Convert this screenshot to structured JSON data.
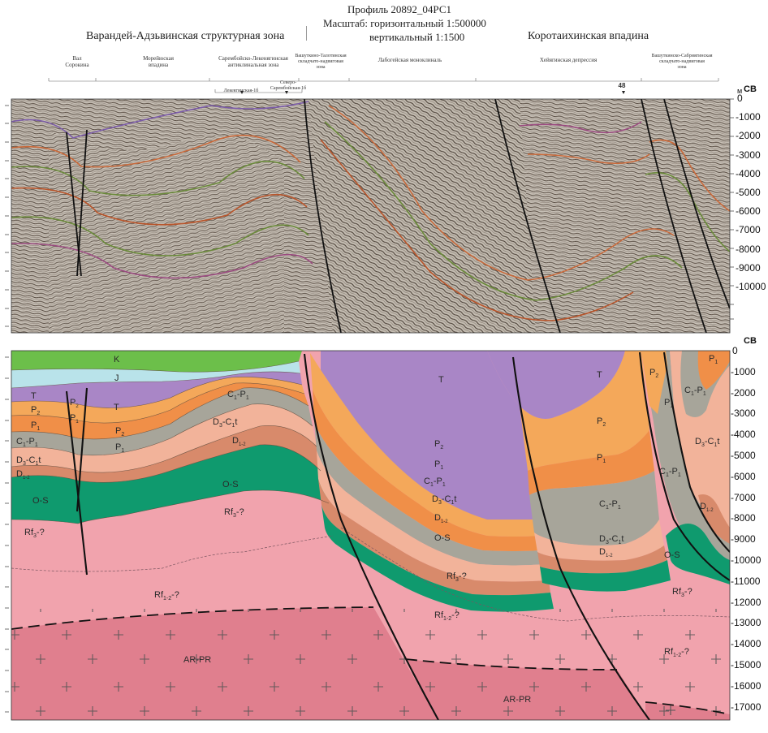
{
  "header": {
    "profile": "Профиль 20892_04РС1",
    "scale_h": "Масштаб: горизонтальный 1:500000",
    "scale_v": "вертикальный 1:1500",
    "zone_left": "Варандей-Адзьвинская структурная зона",
    "zone_right": "Коротаихинская впадина"
  },
  "zones": {
    "z1a": "Вал",
    "z1b": "Сорокина",
    "z2a": "Морейюская",
    "z2b": "впадина",
    "z3a": "Сарембойско-Лекенягинская",
    "z3b": "антиклинальная зона",
    "z4a": "Вашуткино-Талотинская",
    "z4b": "складчато-надвиговая",
    "z4c": "зона",
    "z5": "Лабогейская моноклиналь",
    "z6": "Хейягинская депрессия",
    "z7a": "Вашуткинско-Сабриягинская",
    "z7b": "складчато-надвиговая",
    "z7c": "зона"
  },
  "wells": {
    "w1": "Лекеягинская-1б",
    "w2a": "Северо-",
    "w2b": "Сарембойская-1б",
    "w3": "48"
  },
  "seismic": {
    "label_top": "СВ",
    "unit": "м",
    "depth_ticks": [
      "0",
      "-1000",
      "-2000",
      "-3000",
      "-4000",
      "-5000",
      "-6000",
      "-7000",
      "-8000",
      "-9000",
      "-10000"
    ]
  },
  "geo": {
    "label_top": "СВ",
    "depth_ticks": [
      "0",
      "-1000",
      "-2000",
      "-3000",
      "-4000",
      "-5000",
      "-6000",
      "-7000",
      "-8000",
      "-9000",
      "-10000",
      "-11000",
      "-12000",
      "-13000",
      "-14000",
      "-15000",
      "-16000",
      "-17000"
    ],
    "layers": {
      "K": "K",
      "J": "J",
      "T": "T",
      "P2": "P",
      "P2sub": "2",
      "P1": "P",
      "P1sub": "1",
      "CP_a": "C",
      "CP_b": "-P",
      "CP_sub1": "1",
      "CP_sub2": "1",
      "DC_a": "D",
      "DC_b": "-C",
      "DC_t": "t",
      "DC_sub1": "3",
      "DC_sub2": "1",
      "D12": "D",
      "D12sub": "1-2",
      "OS": "O-S",
      "Rf3": "Rf",
      "Rf3sub": "3",
      "Rf3q": "-?",
      "Rf12": "Rf",
      "Rf12sub": "1-2",
      "Rf12q": "-?",
      "ARPR": "AR-PR"
    },
    "colors": {
      "K": "#6cbf4a",
      "J": "#b9e3ea",
      "T": "#a986c6",
      "P2": "#f4a85a",
      "P1": "#f08f48",
      "CP": "#a7a59a",
      "DC": "#f2b39a",
      "D12": "#d88a6b",
      "OS": "#0f9a6e",
      "Rf3": "#f1a3ad",
      "Rf12": "#efa2ac",
      "ARPR": "#e07f8e"
    }
  }
}
